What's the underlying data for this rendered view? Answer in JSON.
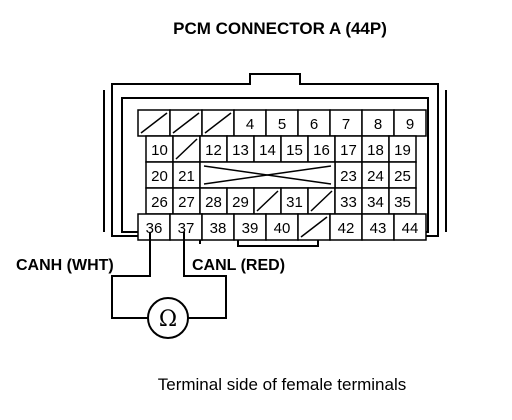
{
  "title": "PCM CONNECTOR A (44P)",
  "caption": "Terminal side of female terminals",
  "wires": {
    "canh": "CANH (WHT)",
    "canl": "CANL (RED)"
  },
  "meter_symbol": "Ω",
  "pins": {
    "4": "4",
    "5": "5",
    "6": "6",
    "7": "7",
    "8": "8",
    "9": "9",
    "10": "10",
    "12": "12",
    "13": "13",
    "14": "14",
    "15": "15",
    "16": "16",
    "17": "17",
    "18": "18",
    "19": "19",
    "20": "20",
    "21": "21",
    "23": "23",
    "24": "24",
    "25": "25",
    "26": "26",
    "27": "27",
    "28": "28",
    "29": "29",
    "31": "31",
    "33": "33",
    "34": "34",
    "35": "35",
    "36": "36",
    "37": "37",
    "38": "38",
    "39": "39",
    "40": "40",
    "42": "42",
    "43": "43",
    "44": "44"
  }
}
